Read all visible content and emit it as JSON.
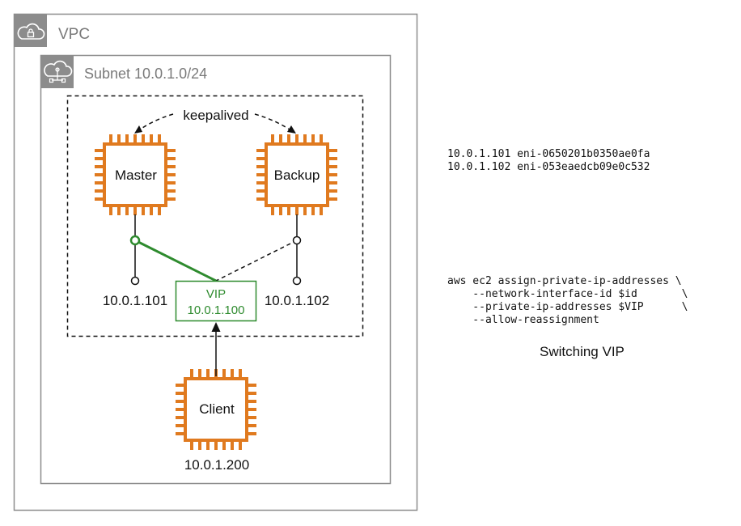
{
  "vpc": {
    "label": "VPC",
    "icon": "cloud-lock-icon"
  },
  "subnet": {
    "label": "Subnet 10.0.1.0/24",
    "icon": "cloud-network-icon"
  },
  "keepalived_label": "keepalived",
  "master": {
    "label": "Master",
    "ip": "10.0.1.101"
  },
  "backup": {
    "label": "Backup",
    "ip": "10.0.1.102"
  },
  "vip": {
    "title": "VIP",
    "ip": "10.0.1.100"
  },
  "client": {
    "label": "Client",
    "ip": "10.0.1.200"
  },
  "eni_lines": [
    "10.0.1.101 eni-0650201b0350ae0fa",
    "10.0.1.102 eni-053eaedcb09e0c532"
  ],
  "command_lines": [
    "aws ec2 assign-private-ip-addresses \\",
    "    --network-interface-id $id       \\",
    "    --private-ip-addresses $VIP      \\",
    "    --allow-reassignment"
  ],
  "caption": "Switching VIP",
  "colors": {
    "chip": "#E07A1F",
    "active_link": "#2E8B2E",
    "vpc_border": "#8C8C8C",
    "icon_bg": "#8C8C8C",
    "label_gray": "#7A7A7A"
  }
}
